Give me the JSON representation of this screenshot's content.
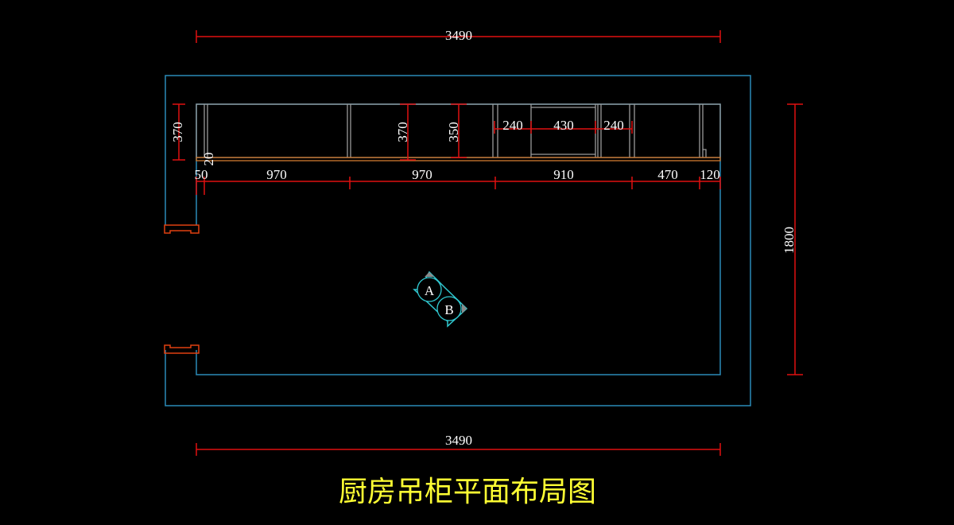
{
  "title": "厨房吊柜平面布局图",
  "dimensions": {
    "top_width": "3490",
    "bottom_width": "3490",
    "right_height": "1800",
    "left_depth": "370",
    "cabinet_depth": "370",
    "inner_depth": "350",
    "strip": "20",
    "segments": [
      "50",
      "970",
      "970",
      "910",
      "470",
      "120"
    ],
    "sub_segments": [
      "240",
      "430",
      "240"
    ]
  },
  "markers": {
    "a": "A",
    "b": "B"
  },
  "colors": {
    "wall": "#2a8ab8",
    "dimension": "#e01010",
    "cabinet": "#9a9a9a",
    "strip": "#d07a30",
    "marker": "#30c8d0",
    "title": "#ffff33"
  }
}
